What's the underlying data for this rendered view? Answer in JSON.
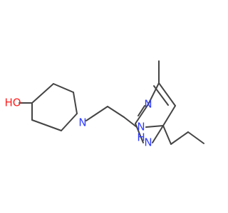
{
  "atoms": {
    "ho": "HO",
    "n_piperidine": "N",
    "nh": "N",
    "h_amine": "H",
    "n_pyrimidine_top": "N",
    "n_pyrimidine_bottom": "N"
  },
  "colors": {
    "bond": "#444444",
    "nitrogen": "#2f3cff",
    "oxygen": "#ff1f1f",
    "background": "#ffffff"
  }
}
